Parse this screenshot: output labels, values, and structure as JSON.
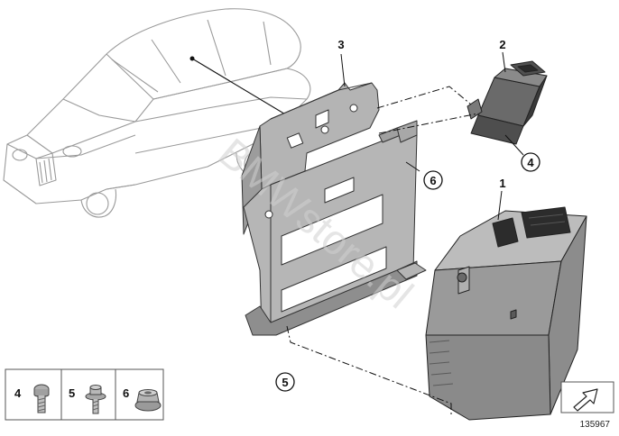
{
  "watermark": "BMWstore.pl",
  "callouts": [
    {
      "id": "c1",
      "label": "1"
    },
    {
      "id": "c2",
      "label": "2"
    },
    {
      "id": "c3",
      "label": "3"
    },
    {
      "id": "c4",
      "label": "4"
    },
    {
      "id": "c5",
      "label": "5"
    },
    {
      "id": "c6",
      "label": "6"
    }
  ],
  "legend": [
    {
      "label": "4",
      "part": "hex-bolt-icon"
    },
    {
      "label": "5",
      "part": "flange-screw-icon"
    },
    {
      "label": "6",
      "part": "hex-nut-icon"
    }
  ],
  "diagram_number": "135967",
  "colors": {
    "part_fill": "#b4b4b4",
    "part_dark": "#4a4a4a",
    "outline": "#333333",
    "car_outline": "#9a9a9a",
    "watermark": "#d0d0d0"
  }
}
